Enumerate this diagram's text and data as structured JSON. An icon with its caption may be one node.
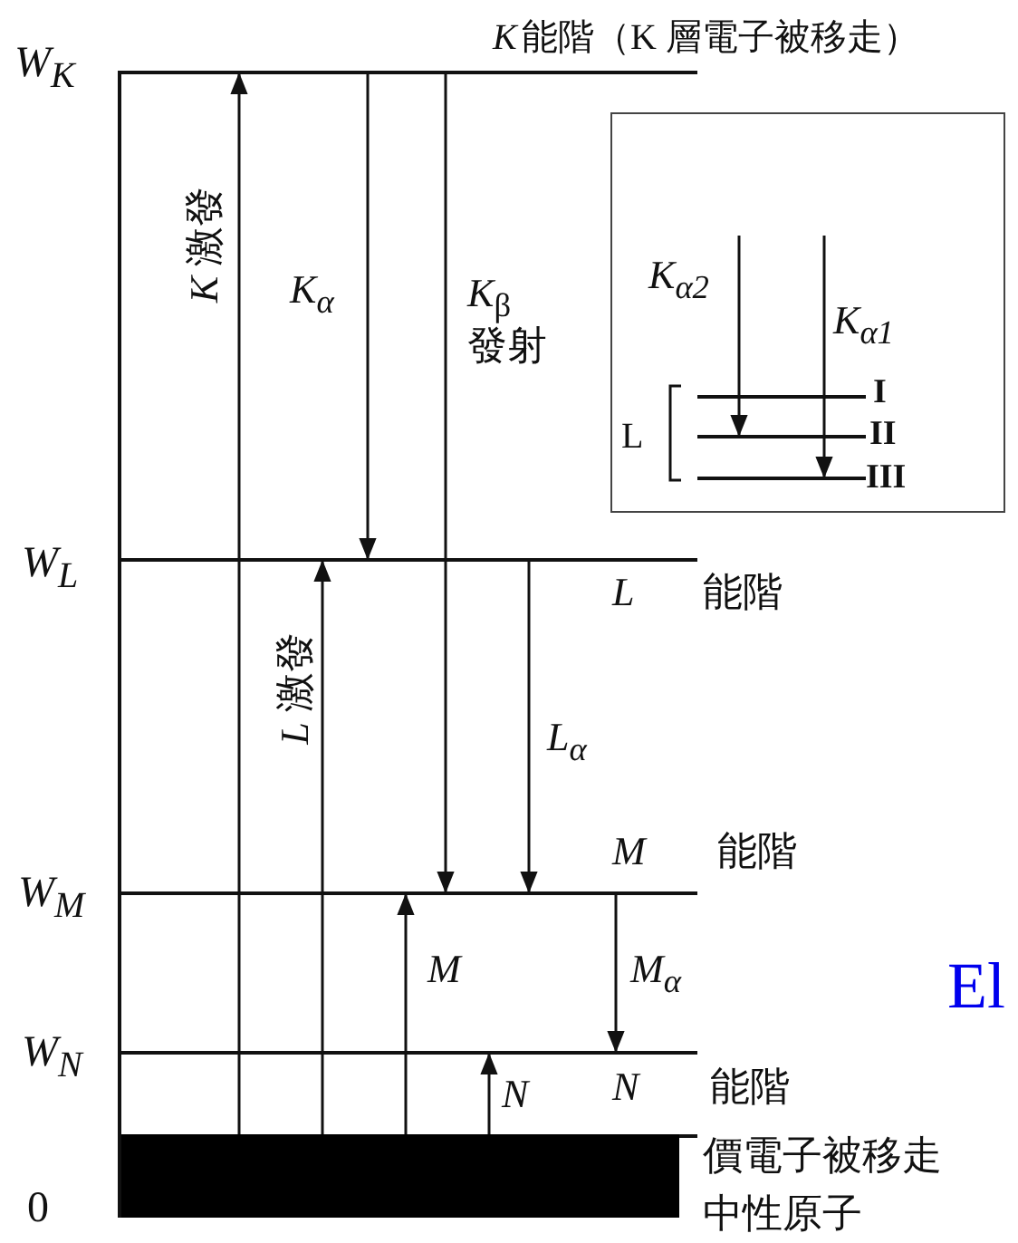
{
  "diagram": {
    "nodes": [
      {
        "text": [],
        "shape": "bar",
        "beside": [
          "W$_{K}$",
          "K",
          "能階（K 層電子被移走）"
        ]
      },
      {
        "text": [],
        "shape": "bar",
        "beside": [
          "W$_{L}$",
          "L",
          "能階"
        ]
      },
      {
        "text": [],
        "shape": "bar",
        "beside": [
          "W$_{M}$",
          "M",
          "能階"
        ]
      },
      {
        "text": [],
        "shape": "bar",
        "beside": [
          "W$_{N}$",
          "N",
          "能階"
        ]
      },
      {
        "text": [],
        "shape": "box",
        "beside": [
          "價電子被移走",
          "0",
          "中性原子"
        ]
      },
      {
        "text": [],
        "shape": "box"
      },
      {
        "text": [],
        "shape": "bar",
        "in": 5,
        "beside": [
          "I"
        ]
      },
      {
        "text": [],
        "shape": "bar",
        "in": 5,
        "beside": [
          "II"
        ]
      },
      {
        "text": [],
        "shape": "bar",
        "in": 5,
        "beside": [
          "III"
        ]
      }
    ],
    "edges": [
      {
        "from": 4,
        "to": 0,
        "arrow": "to",
        "label": "*K* 激發"
      },
      {
        "from": 0,
        "to": 1,
        "arrow": "to",
        "label": "K$_{α}$"
      },
      {
        "from": 0,
        "to": 2,
        "arrow": "to",
        "label": "*K*$_{β}$ 發射"
      },
      {
        "from": 4,
        "to": 1,
        "arrow": "to",
        "label": "*L* 激發"
      },
      {
        "from": 1,
        "to": 2,
        "arrow": "to",
        "label": "L$_{α}$"
      },
      {
        "from": 4,
        "to": 2,
        "arrow": "to",
        "label": "M"
      },
      {
        "from": 2,
        "to": 3,
        "arrow": "to",
        "label": "M$_{α}$"
      },
      {
        "from": 4,
        "to": 3,
        "arrow": "to",
        "label": "N"
      },
      {
        "from": null,
        "to": 7,
        "arrow": "to",
        "label": "K$_{α2}$"
      },
      {
        "from": null,
        "to": 8,
        "arrow": "to",
        "label": "K$_{α1}$"
      }
    ],
    "labels": [
      "L",
      "El"
    ]
  }
}
